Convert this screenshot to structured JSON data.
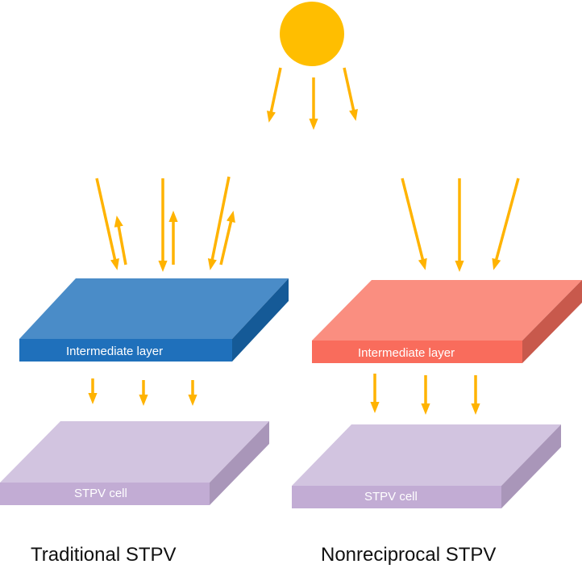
{
  "left_panel": {
    "layer_label": "Intermediate layer",
    "cell_label": "STPV cell",
    "caption": "Traditional STPV"
  },
  "right_panel": {
    "layer_label": "Intermediate layer",
    "cell_label": "STPV cell",
    "caption": "Nonreciprocal STPV"
  },
  "colors": {
    "sun": "#FFBE00",
    "arrow": "#FFB300",
    "traditional_layer_top": "#4A8CC8",
    "traditional_layer_front": "#1F70BB",
    "traditional_layer_side": "#155A97",
    "nonreciprocal_layer_top": "#FA8E80",
    "nonreciprocal_layer_front": "#F96C5C",
    "nonreciprocal_layer_side": "#C8594C",
    "cell_top": "#D2C4E0",
    "cell_front": "#C2ACD4",
    "cell_side": "#A996B9"
  }
}
